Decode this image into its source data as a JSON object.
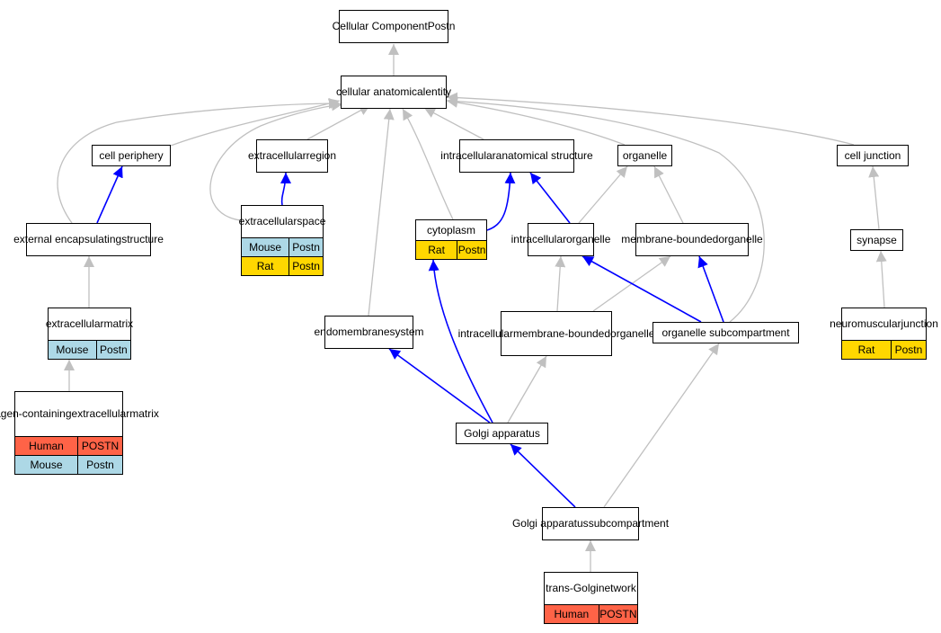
{
  "colors": {
    "is_a_edge": "#c0c0c0",
    "part_of_edge": "#0000ff",
    "Human": "#ff6347",
    "Mouse": "#add8e6",
    "Rat": "#ffd700"
  },
  "nodes": {
    "root": {
      "lines": [
        "Cellular Component",
        "Postn"
      ]
    },
    "cae": {
      "lines": [
        "cellular anatomical",
        "entity"
      ]
    },
    "cell_periphery": {
      "lines": [
        "cell periphery"
      ]
    },
    "extracellular_region": {
      "lines": [
        "extracellular",
        "region"
      ]
    },
    "ias": {
      "lines": [
        "intracellular",
        "anatomical structure"
      ]
    },
    "organelle": {
      "lines": [
        "organelle"
      ]
    },
    "cell_junction": {
      "lines": [
        "cell junction"
      ]
    },
    "ext_encap": {
      "lines": [
        "external encapsulating",
        "structure"
      ]
    },
    "extracellular_space": {
      "lines": [
        "extracellular",
        "space"
      ],
      "annotations": [
        {
          "species": "Mouse",
          "gene": "Postn"
        },
        {
          "species": "Rat",
          "gene": "Postn"
        }
      ]
    },
    "cytoplasm": {
      "lines": [
        "cytoplasm"
      ],
      "annotations": [
        {
          "species": "Rat",
          "gene": "Postn"
        }
      ]
    },
    "intracellular_organelle": {
      "lines": [
        "intracellular",
        "organelle"
      ]
    },
    "membrane_bounded_organelle": {
      "lines": [
        "membrane-bounded",
        "organelle"
      ]
    },
    "synapse": {
      "lines": [
        "synapse"
      ]
    },
    "extracellular_matrix": {
      "lines": [
        "extracellular",
        "matrix"
      ],
      "annotations": [
        {
          "species": "Mouse",
          "gene": "Postn"
        }
      ]
    },
    "endomembrane_system": {
      "lines": [
        "endomembrane",
        "system"
      ]
    },
    "imbo": {
      "lines": [
        "intracellular",
        "membrane-bounded",
        "organelle"
      ]
    },
    "organelle_subcompartment": {
      "lines": [
        "organelle subcompartment"
      ]
    },
    "neuromuscular_junction": {
      "lines": [
        "neuromuscular",
        "junction"
      ],
      "annotations": [
        {
          "species": "Rat",
          "gene": "Postn"
        }
      ]
    },
    "collagen_ecm": {
      "lines": [
        "collagen-containing",
        "extracellular",
        "matrix"
      ],
      "annotations": [
        {
          "species": "Human",
          "gene": "POSTN"
        },
        {
          "species": "Mouse",
          "gene": "Postn"
        }
      ]
    },
    "golgi_apparatus": {
      "lines": [
        "Golgi apparatus"
      ]
    },
    "golgi_subcompartment": {
      "lines": [
        "Golgi apparatus",
        "subcompartment"
      ]
    },
    "trans_golgi": {
      "lines": [
        "trans-Golgi",
        "network"
      ],
      "annotations": [
        {
          "species": "Human",
          "gene": "POSTN"
        }
      ]
    }
  }
}
